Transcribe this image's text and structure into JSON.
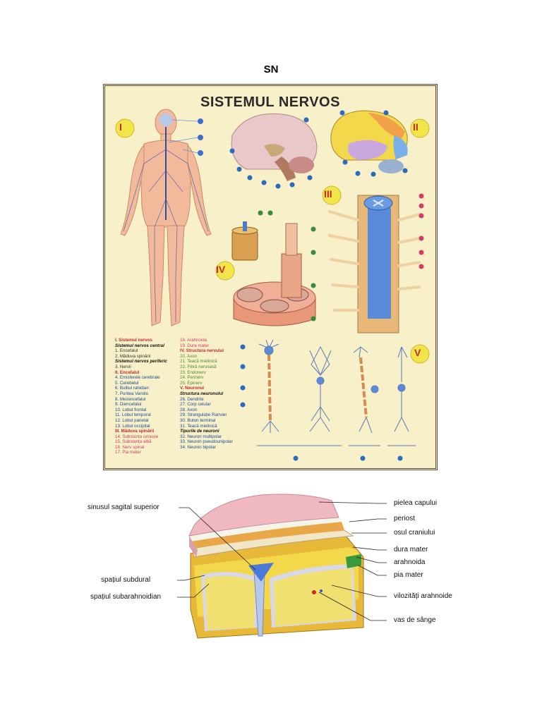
{
  "page_title": "SN",
  "poster": {
    "title": "SISTEMUL NERVOS",
    "roman": [
      "I",
      "II",
      "III",
      "IV",
      "V"
    ],
    "legend_left": [
      {
        "t": "I. Sistemul nervos",
        "c": "sec"
      },
      {
        "t": "Sistemul nervos central",
        "c": "sub"
      },
      {
        "t": "1. Encefalul",
        "c": "it dark"
      },
      {
        "t": "2. Măduva spinării",
        "c": "it dark"
      },
      {
        "t": "Sistemul nervos periferic",
        "c": "sub"
      },
      {
        "t": "3. Nervii",
        "c": "it dark"
      },
      {
        "t": "II. Encefalul",
        "c": "sec"
      },
      {
        "t": "4. Emisferele cerebrale",
        "c": "it"
      },
      {
        "t": "5. Cerebelul",
        "c": "it"
      },
      {
        "t": "6. Bulbul rahidian",
        "c": "it"
      },
      {
        "t": "7. Puntea Varolio",
        "c": "it"
      },
      {
        "t": "8. Mezencefalul",
        "c": "it"
      },
      {
        "t": "9. Diencefalul",
        "c": "it"
      },
      {
        "t": "10. Lobul frontal",
        "c": "it"
      },
      {
        "t": "11. Lobul temporal",
        "c": "it"
      },
      {
        "t": "12. Lobul parietal",
        "c": "it"
      },
      {
        "t": "13. Lobul occipital",
        "c": "it"
      },
      {
        "t": "III. Măduva spinării",
        "c": "sec"
      },
      {
        "t": "14. Substanța cenușie",
        "c": "it red"
      },
      {
        "t": "15. Substanța albă",
        "c": "it red"
      },
      {
        "t": "16. Nerv spinal",
        "c": "it red"
      },
      {
        "t": "17. Pia mater",
        "c": "it red"
      }
    ],
    "legend_right": [
      {
        "t": "18. Arahnoida",
        "c": "it red"
      },
      {
        "t": "19. Dura mater",
        "c": "it red"
      },
      {
        "t": "IV. Structura nervului",
        "c": "sec"
      },
      {
        "t": "20. Axon",
        "c": "it green"
      },
      {
        "t": "21. Teacă mielinică",
        "c": "it green"
      },
      {
        "t": "22. Fibră nervoasă",
        "c": "it green"
      },
      {
        "t": "23. Endonerv",
        "c": "it green"
      },
      {
        "t": "24. Perinerv",
        "c": "it green"
      },
      {
        "t": "25. Epinerv",
        "c": "it green"
      },
      {
        "t": "V. Neuronul",
        "c": "sec"
      },
      {
        "t": "Structura neuronului",
        "c": "sub"
      },
      {
        "t": "26. Dendrite",
        "c": "it"
      },
      {
        "t": "27. Corp celular",
        "c": "it"
      },
      {
        "t": "28. Axon",
        "c": "it"
      },
      {
        "t": "29. Strangulație Ranvier",
        "c": "it"
      },
      {
        "t": "30. Buton terminal",
        "c": "it"
      },
      {
        "t": "31. Teacă mielinică",
        "c": "it"
      },
      {
        "t": "Tipurile de neuroni",
        "c": "sub"
      },
      {
        "t": "32. Neuron multipolar",
        "c": "it"
      },
      {
        "t": "33. Neuron pseudounipolar",
        "c": "it"
      },
      {
        "t": "34. Neuron bipolar",
        "c": "it"
      }
    ]
  },
  "meninges": {
    "left_labels": [
      "sinusul sagital superior",
      "spațiul subdural",
      "spațiul subarahnoidian"
    ],
    "right_labels": [
      "pielea capului",
      "periost",
      "osul craniului",
      "dura mater",
      "arahnoida",
      "pia mater",
      "vilozități arahnoide",
      "vas de sânge"
    ]
  }
}
